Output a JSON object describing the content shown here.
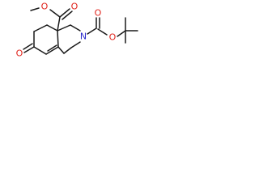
{
  "molecule": {
    "atoms": {
      "O_ester_double": {
        "symbol": "O",
        "color": "#e0231b"
      },
      "O_ester_single": {
        "symbol": "O",
        "color": "#e0231b"
      },
      "O_ketone": {
        "symbol": "O",
        "color": "#e0231b"
      },
      "O_boc_double": {
        "symbol": "O",
        "color": "#e0231b"
      },
      "O_boc_single": {
        "symbol": "O",
        "color": "#e0231b"
      },
      "N_ring": {
        "symbol": "N",
        "color": "#2a2acb"
      }
    },
    "bond_color": "#1a1a1a"
  }
}
